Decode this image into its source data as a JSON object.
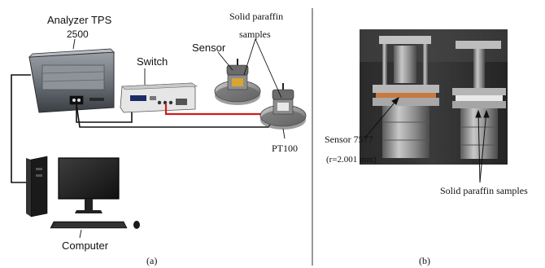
{
  "left_panel": {
    "analyzer_label_line1": "Analyzer TPS",
    "analyzer_label_line2": "2500",
    "switch_label": "Switch",
    "sensor_label": "Sensor",
    "samples_label_line1": "Solid paraffin",
    "samples_label_line2": "samples",
    "pt100_label": "PT100",
    "computer_label": "Computer",
    "panel_caption": "(a)"
  },
  "right_panel": {
    "sensor_label_line1": "Sensor 7577",
    "sensor_label_line2": "(r=2.001 mm)",
    "samples_label": "Solid paraffin samples",
    "panel_caption": "(b)"
  },
  "colors": {
    "background": "#ffffff",
    "cable_red": "#d11b1b",
    "cable_black": "#111111",
    "divider": "#333333"
  }
}
